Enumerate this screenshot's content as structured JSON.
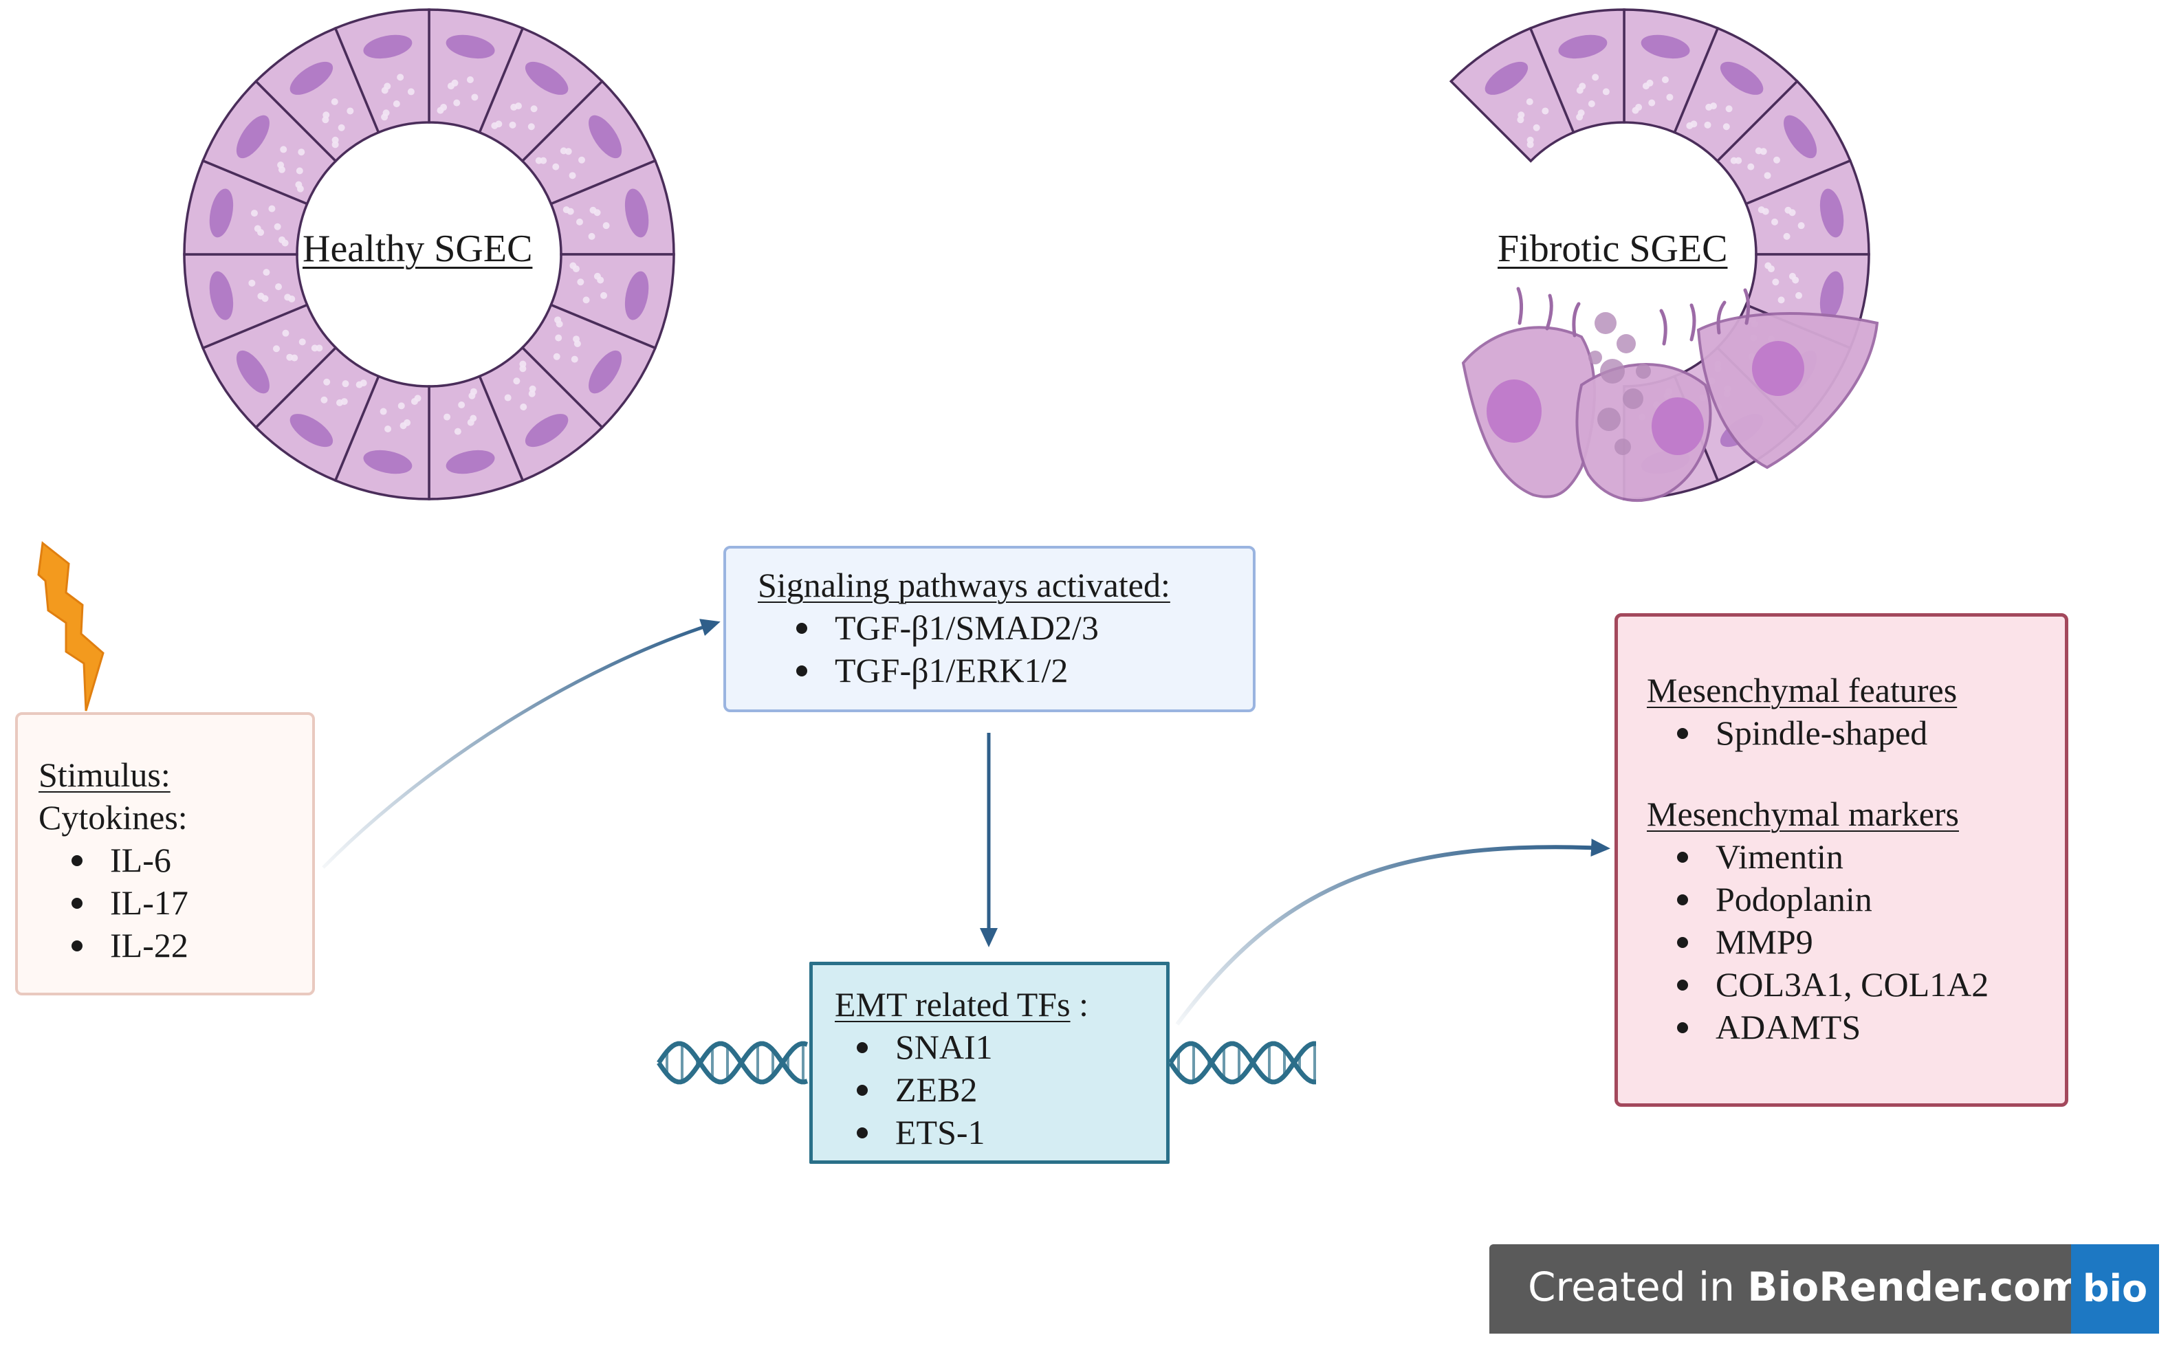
{
  "cells": {
    "healthy_label": "Healthy SGEC",
    "fibrotic_label": "Fibrotic SGEC"
  },
  "stimulus": {
    "heading": "Stimulus:",
    "subheading": "Cytokines:",
    "items": [
      "IL-6",
      "IL-17",
      "IL-22"
    ]
  },
  "signaling": {
    "heading": "Signaling pathways activated:",
    "items": [
      "TGF-β1/SMAD2/3",
      "TGF-β1/ERK1/2"
    ]
  },
  "emt": {
    "heading": "EMT related TFs",
    "heading_suffix": " :",
    "items": [
      "SNAI1",
      "ZEB2",
      "ETS-1"
    ]
  },
  "mesenchymal": {
    "features_heading": "Mesenchymal features",
    "features": [
      "Spindle-shaped"
    ],
    "markers_heading": "Mesenchymal markers",
    "markers": [
      "Vimentin",
      "Podoplanin",
      "MMP9",
      "COL3A1, COL1A2",
      "ADAMTS"
    ]
  },
  "badge": {
    "prefix": "Created in ",
    "brand": "BioRender.com",
    "logo": "bio"
  },
  "colors": {
    "cell_fill": "#dcb8dd",
    "cell_stroke": "#4a2d5a",
    "nucleus": "#b27cc6",
    "lightning": "#f39a1e",
    "arrow": "#2f5f8a",
    "dna": "#2c6e8a",
    "fibroblast_fill": "#d4a8d4",
    "fibroblast_nucleus": "#c07ccb"
  }
}
